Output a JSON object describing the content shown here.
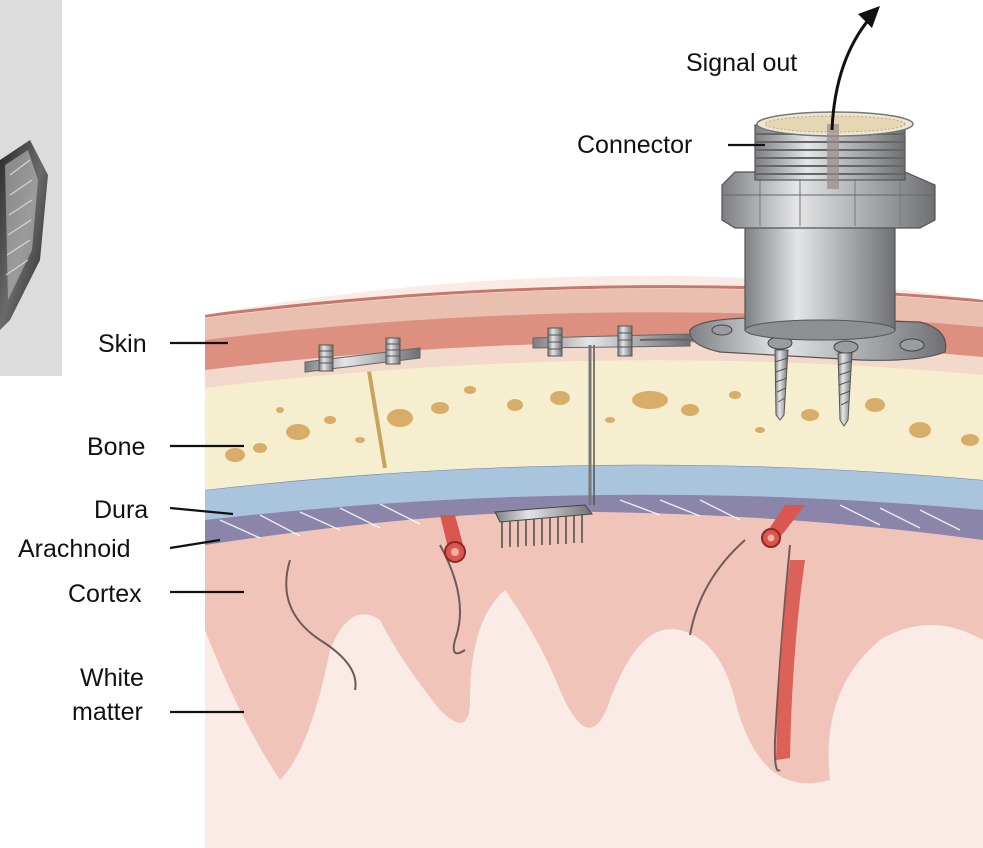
{
  "diagram": {
    "labels": {
      "signal_out": "Signal out",
      "connector": "Connector",
      "skin": "Skin",
      "bone": "Bone",
      "dura": "Dura",
      "arachnoid": "Arachnoid",
      "cortex": "Cortex",
      "white_matter_line1": "White",
      "white_matter_line2": "matter"
    },
    "colors": {
      "skin_outer": "#dd8f80",
      "skin_mid": "#e9bfb0",
      "skin_inner": "#f3d8cc",
      "bone": "#f6efcf",
      "bone_spots": "#d8ad6a",
      "dura": "#a9c4dd",
      "arachnoid": "#8a85a9",
      "cortex": "#f0c4b9",
      "white_matter": "#faebe7",
      "vessel": "#d9574e",
      "metal": "#b8b9bb"
    },
    "icons": [
      "photo-of-electrode-array",
      "microelectrode-array-icon",
      "skull-screw-icon",
      "connector-pedestal-icon"
    ]
  }
}
